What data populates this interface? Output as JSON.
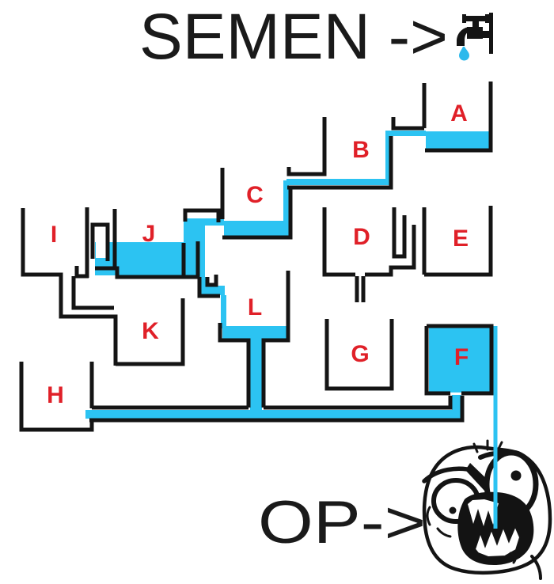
{
  "title": {
    "text": "SEMEN ->"
  },
  "op": {
    "text": "OP->"
  },
  "colors": {
    "water": "#2cc3f2",
    "drop": "#2cb9ec",
    "label": "#e02028",
    "line": "#141414",
    "background": "#ffffff"
  },
  "icons": {
    "faucet": "faucet-icon",
    "drop": "water-drop-icon",
    "face": "rage-face"
  },
  "containers": [
    {
      "label": "A",
      "water": "partially filled"
    },
    {
      "label": "B",
      "water": "trickle across floor"
    },
    {
      "label": "C",
      "water": "partially filled"
    },
    {
      "label": "D",
      "water": "empty"
    },
    {
      "label": "E",
      "water": "empty"
    },
    {
      "label": "F",
      "water": "full, stream pouring down"
    },
    {
      "label": "G",
      "water": "empty"
    },
    {
      "label": "H",
      "water": "empty"
    },
    {
      "label": "I",
      "water": "empty"
    },
    {
      "label": "J",
      "water": "filled"
    },
    {
      "label": "K",
      "water": "empty"
    },
    {
      "label": "L",
      "water": "shallow pool"
    }
  ]
}
